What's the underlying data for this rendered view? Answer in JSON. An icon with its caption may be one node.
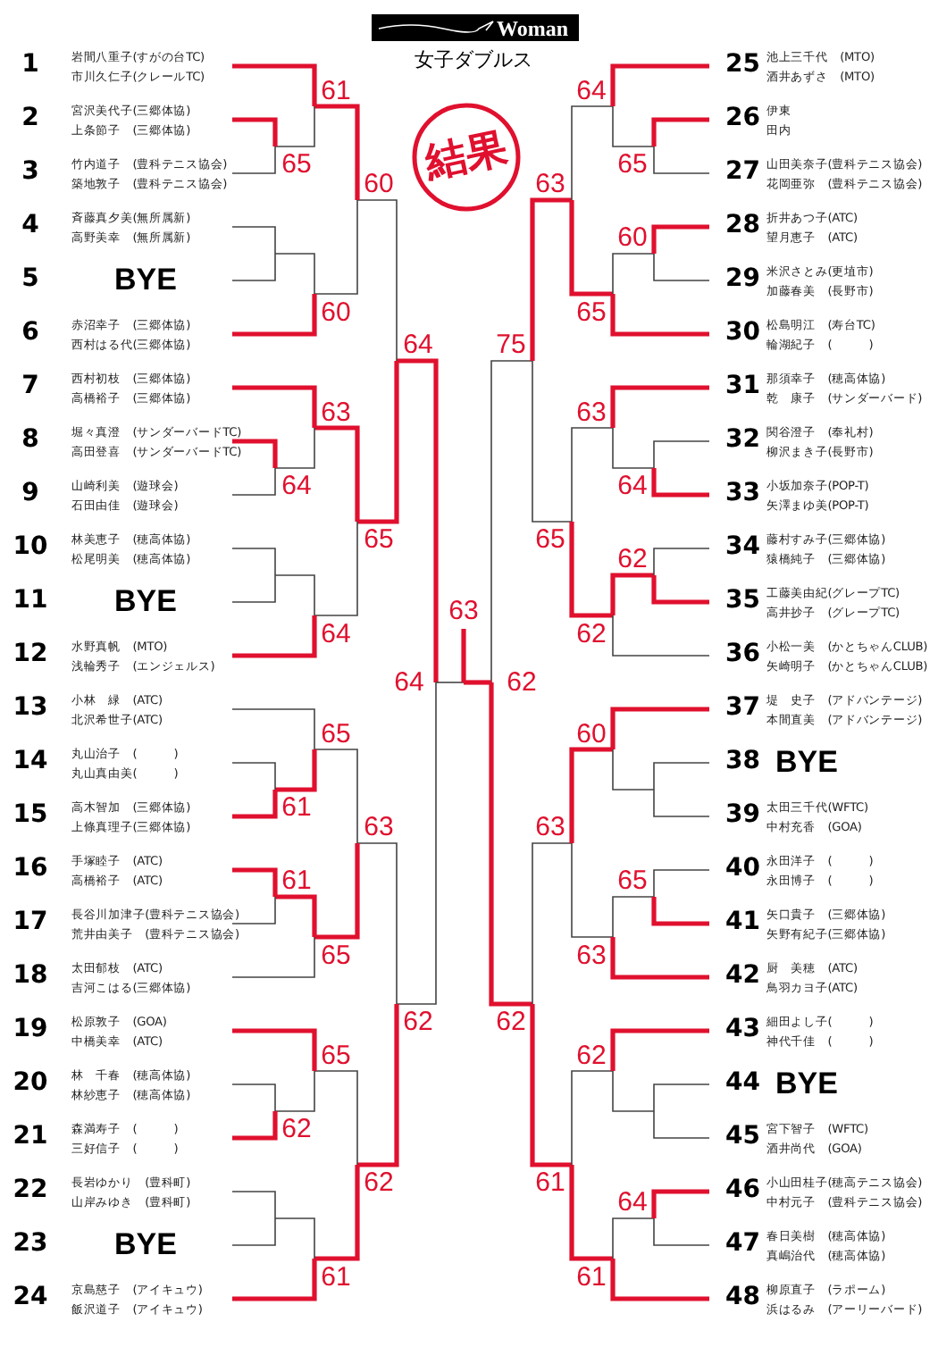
{
  "diagram": {
    "title": "女子ダブルス",
    "labels": [
      "Woman",
      "結果",
      "1",
      "岩間八重子(すがの台TC)",
      "市川久仁子(クレールTC)",
      "2",
      "宮沢美代子(三郷体協)",
      "上条節子　(三郷体協)",
      "3",
      "竹内道子　(豊科テニス協会)",
      "築地敦子　(豊科テニス協会)",
      "4",
      "斉藤真夕美(無所属新)",
      "高野美幸　(無所属新)",
      "5",
      "BYE",
      "6",
      "赤沼幸子　(三郷体協)",
      "西村はる代(三郷体協)",
      "7",
      "西村初枝　(三郷体協)",
      "高橋裕子　(三郷体協)",
      "8",
      "堀々真澄　(サンダーバードTC)",
      "高田登喜　(サンダーバードTC)",
      "9",
      "山崎利美　(遊球会)",
      "石田由佳　(遊球会)",
      "10",
      "林美恵子　(穂高体協)",
      "松尾明美　(穂高体協)",
      "11",
      "BYE",
      "12",
      "水野真帆　(MTO)",
      "浅輪秀子　(エンジェルス)",
      "13",
      "小林　緑　(ATC)",
      "北沢希世子(ATC)",
      "14",
      "丸山治子　(　　　)",
      "丸山真由美(　　　)",
      "15",
      "高木智加　(三郷体協)",
      "上條真理子(三郷体協)",
      "16",
      "手塚睦子　(ATC)",
      "高橋裕子　(ATC)",
      "17",
      "長谷川加津子(豊科テニス協会)",
      "荒井由美子　(豊科テニス協会)",
      "18",
      "太田郁枝　(ATC)",
      "吉河こはる(三郷体協)",
      "19",
      "松原敦子　(GOA)",
      "中橋美幸　(ATC)",
      "20",
      "林　千春　(穂高体協)",
      "林紗恵子　(穂高体協)",
      "21",
      "森満寿子　(　　　)",
      "三好信子　(　　　)",
      "22",
      "長岩ゆかり　(豊科町)",
      "山岸みゆき　(豊科町)",
      "23",
      "BYE",
      "24",
      "京島慈子　(アイキュウ)",
      "飯沢道子　(アイキュウ)",
      "25",
      "池上三千代　(MTO)",
      "酒井あずさ　(MTO)",
      "26",
      "伊東",
      "田内",
      "27",
      "山田美奈子(豊科テニス協会)",
      "花岡亜弥　(豊科テニス協会)",
      "28",
      "折井あつ子(ATC)",
      "望月恵子　(ATC)",
      "29",
      "米沢さとみ(更埴市)",
      "加藤春美　(長野市)",
      "30",
      "松島明江　(寿台TC)",
      "輪湖紀子　(　　　)",
      "31",
      "那須幸子　(穂高体協)",
      "乾　康子　(サンダーバード)",
      "32",
      "関谷澄子　(奉礼村)",
      "柳沢まき子(長野市)",
      "33",
      "小坂加奈子(POP-T)",
      "矢澤まゆ美(POP-T)",
      "34",
      "藤村すみ子(三郷体協)",
      "猿橋純子　(三郷体協)",
      "35",
      "工藤美由紀(グレープTC)",
      "高井抄子　(グレープTC)",
      "36",
      "小松一美　(かとちゃんCLUB)",
      "矢崎明子　(かとちゃんCLUB)",
      "37",
      "堤　史子　(アドバンテージ)",
      "本間直美　(アドバンテージ)",
      "38",
      "BYE",
      "39",
      "太田三千代(WFTC)",
      "中村充香　(GOA)",
      "40",
      "永田洋子　(　　　)",
      "永田博子　(　　　)",
      "41",
      "矢口貴子　(三郷体協)",
      "矢野有紀子(三郷体協)",
      "42",
      "厨　美穂　(ATC)",
      "鳥羽カヨ子(ATC)",
      "43",
      "細田よし子(　　　)",
      "神代千佳　(　　　)",
      "44",
      "BYE",
      "45",
      "宮下智子　(WFTC)",
      "酒井尚代　(GOA)",
      "46",
      "小山田桂子(穂高テニス協会)",
      "中村元子　(豊科テニス協会)",
      "47",
      "春日美樹　(穂高体協)",
      "真嶋治代　(穂高体協)",
      "48",
      "柳原直子　(ラポーム)",
      "浜はるみ　(アーリーバード)",
      "65",
      "61",
      "60",
      "60",
      "64",
      "63",
      "64",
      "65",
      "64",
      "61",
      "65",
      "61",
      "65",
      "63",
      "62",
      "65",
      "61",
      "62",
      "62",
      "64",
      "65",
      "64",
      "60",
      "65",
      "63",
      "64",
      "63",
      "62",
      "62",
      "65",
      "75",
      "60",
      "65",
      "63",
      "63",
      "62",
      "64",
      "61",
      "61",
      "62",
      "62",
      "63"
    ]
  }
}
